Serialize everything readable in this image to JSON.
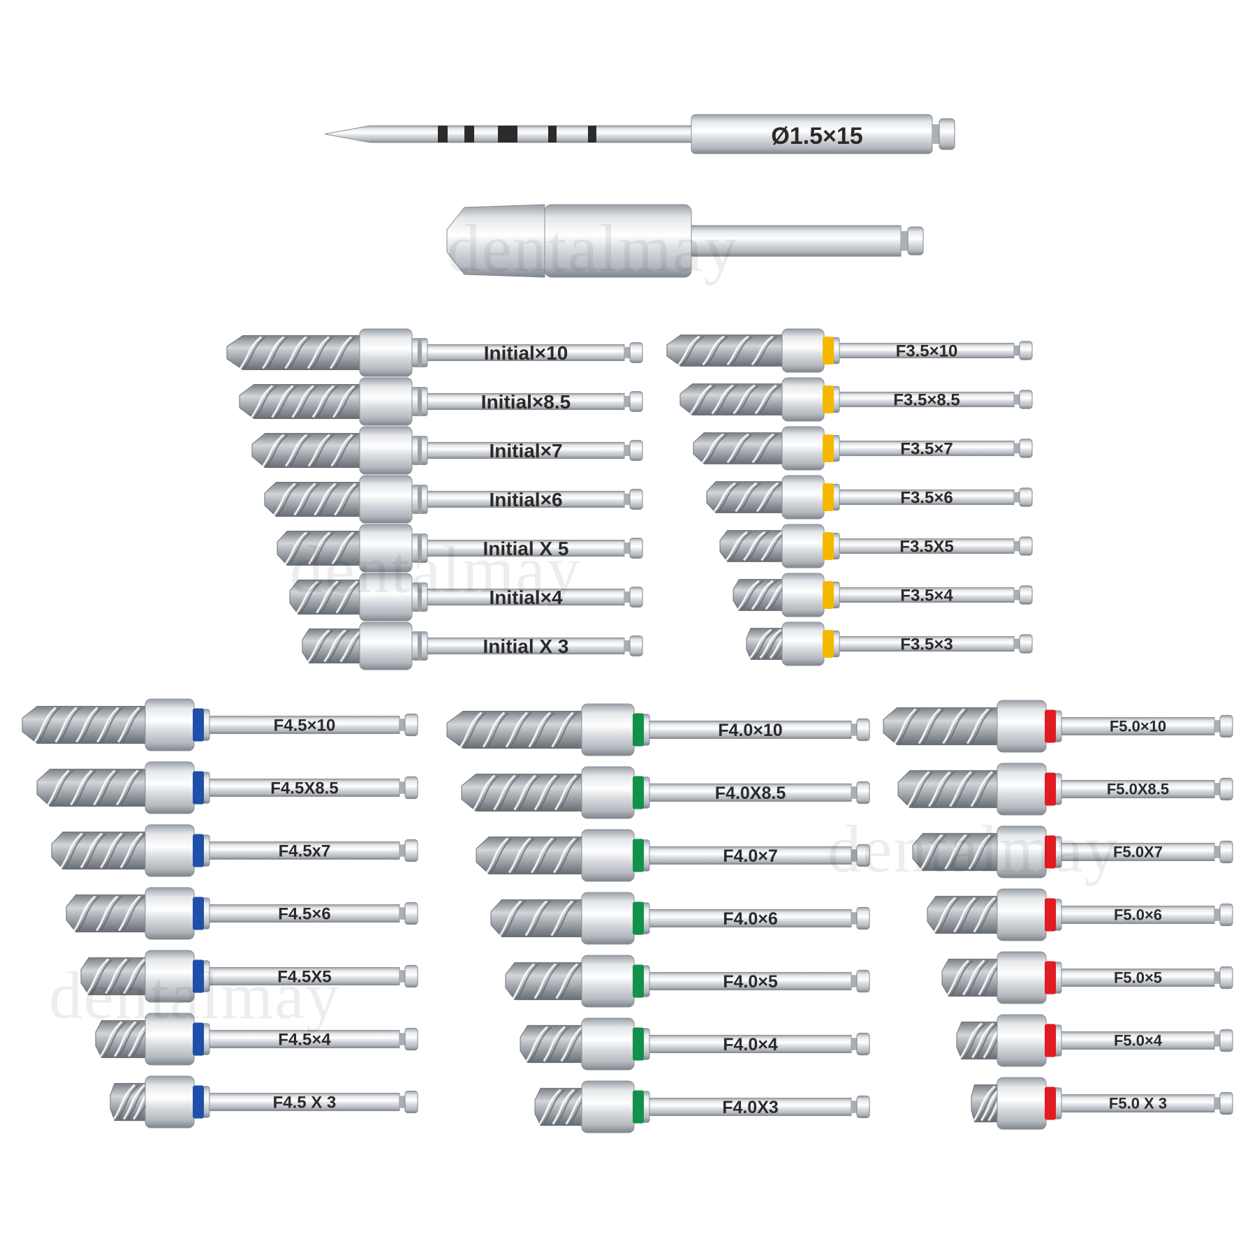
{
  "colors": {
    "background": "#ffffff",
    "steel_light": "#f2f3f5",
    "steel_mid": "#c6c9ce",
    "steel_dark": "#8e939a",
    "depth_mark": "#2b2b2b",
    "yellow": "#f5b800",
    "blue": "#1f4fa8",
    "green": "#12914a",
    "red": "#e11b22"
  },
  "watermark": "dentalmay",
  "pilot_drill": {
    "label": "Ø1.5×15",
    "icon": "pilot-drill-icon"
  },
  "extender": {
    "icon": "drill-extender-icon"
  },
  "groups": [
    {
      "name": "initial",
      "band_color": "",
      "drills": [
        {
          "label": "Initial×10"
        },
        {
          "label": "Initial×8.5"
        },
        {
          "label": "Initial×7"
        },
        {
          "label": "Initial×6"
        },
        {
          "label": "Initial X 5"
        },
        {
          "label": "Initial×4"
        },
        {
          "label": "Initial X 3"
        }
      ]
    },
    {
      "name": "f35",
      "band_color": "#f5b800",
      "drills": [
        {
          "label": "F3.5×10"
        },
        {
          "label": "F3.5×8.5"
        },
        {
          "label": "F3.5×7"
        },
        {
          "label": "F3.5×6"
        },
        {
          "label": "F3.5X5"
        },
        {
          "label": "F3.5×4"
        },
        {
          "label": "F3.5×3"
        }
      ]
    },
    {
      "name": "f45",
      "band_color": "#1f4fa8",
      "drills": [
        {
          "label": "F4.5×10"
        },
        {
          "label": "F4.5X8.5"
        },
        {
          "label": "F4.5x7"
        },
        {
          "label": "F4.5×6"
        },
        {
          "label": "F4.5X5"
        },
        {
          "label": "F4.5×4"
        },
        {
          "label": "F4.5 X 3"
        }
      ]
    },
    {
      "name": "f40",
      "band_color": "#12914a",
      "drills": [
        {
          "label": "F4.0×10"
        },
        {
          "label": "F4.0X8.5"
        },
        {
          "label": "F4.0×7"
        },
        {
          "label": "F4.0×6"
        },
        {
          "label": "F4.0×5"
        },
        {
          "label": "F4.0×4"
        },
        {
          "label": "F4.0X3"
        }
      ]
    },
    {
      "name": "f50",
      "band_color": "#e11b22",
      "drills": [
        {
          "label": "F5.0×10"
        },
        {
          "label": "F5.0X8.5"
        },
        {
          "label": "F5.0X7"
        },
        {
          "label": "F5.0×6"
        },
        {
          "label": "F5.0×5"
        },
        {
          "label": "F5.0×4"
        },
        {
          "label": "F5.0 X 3"
        }
      ]
    }
  ]
}
